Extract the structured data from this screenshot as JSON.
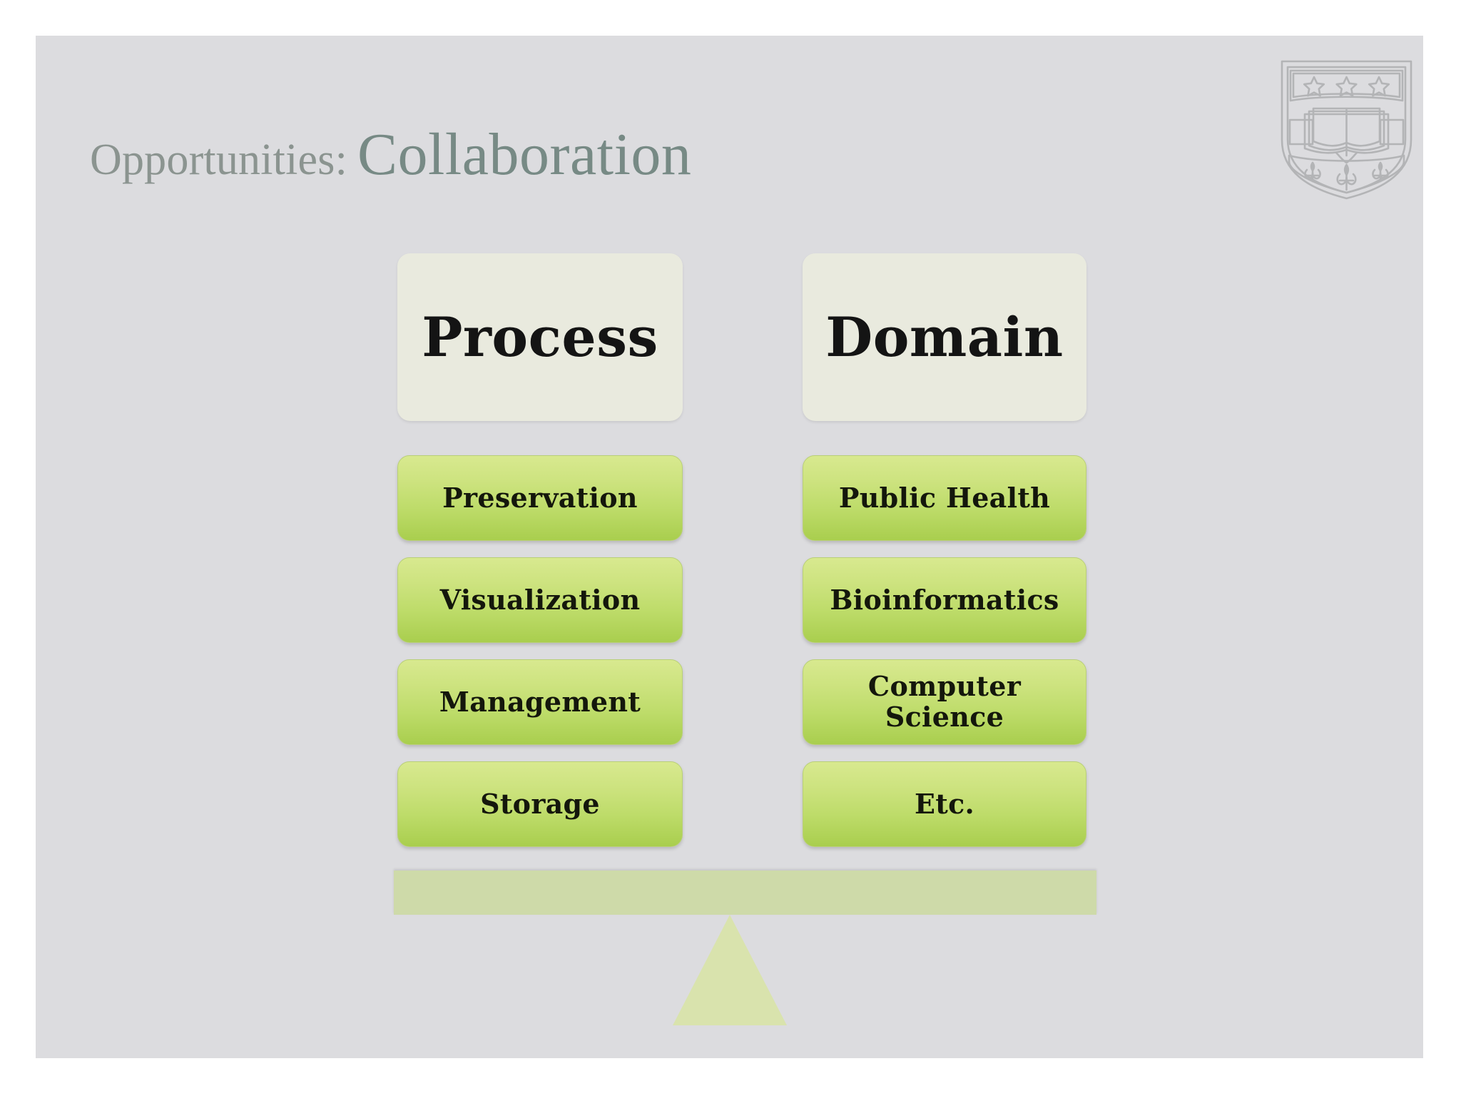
{
  "slide": {
    "title": {
      "prefix": "Opportunities:",
      "main": "Collaboration"
    },
    "logo": {
      "name": "university-crest",
      "description": "shield crest with three stars, open book and three fleur-de-lis"
    },
    "columns": [
      {
        "id": "process",
        "header": "Process",
        "items": [
          {
            "label": "Preservation"
          },
          {
            "label": "Visualization"
          },
          {
            "label": "Management"
          },
          {
            "label": "Storage"
          }
        ]
      },
      {
        "id": "domain",
        "header": "Domain",
        "items": [
          {
            "label": "Public Health"
          },
          {
            "label": "Bioinformatics"
          },
          {
            "label": "Computer\nScience"
          },
          {
            "label": "Etc."
          }
        ]
      }
    ],
    "balance": {
      "beam_name": "seesaw-beam",
      "fulcrum_name": "seesaw-fulcrum"
    },
    "colors": {
      "page_background": "#ffffff",
      "slide_background": "#dcdcdf",
      "title_prefix": "#8b9490",
      "title_main": "#778a85",
      "header_box": "#e9eade",
      "pill_gradient_top": "#d8e98f",
      "pill_gradient_bottom": "#a9ce4e",
      "pill_text": "#14170c",
      "beam": "#cedaa9",
      "fulcrum": "#d9e3ad"
    }
  }
}
